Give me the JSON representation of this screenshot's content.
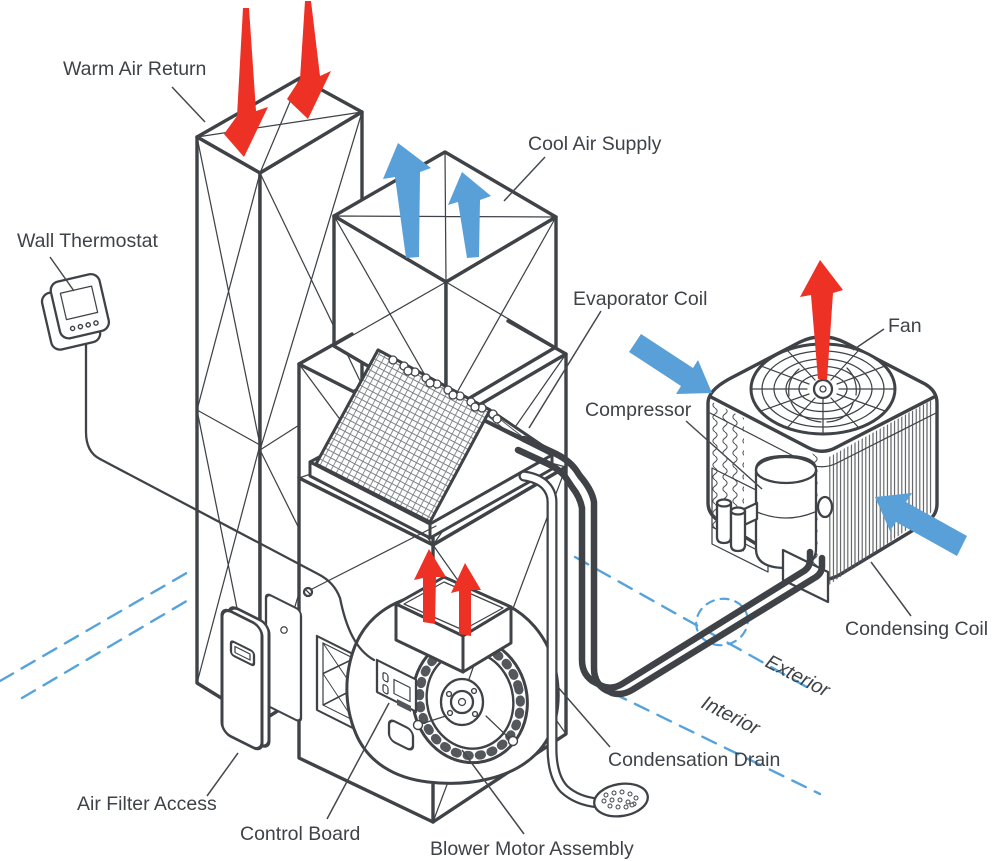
{
  "diagram": {
    "labels": {
      "warm_air_return": "Warm Air Return",
      "cool_air_supply": "Cool Air Supply",
      "wall_thermostat": "Wall Thermostat",
      "evaporator_coil": "Evaporator Coil",
      "fan": "Fan",
      "compressor": "Compressor",
      "condensing_coil": "Condensing Coil",
      "condensation_drain": "Condensation Drain",
      "air_filter_access": "Air Filter Access",
      "control_board": "Control Board",
      "blower_motor_assembly": "Blower Motor Assembly",
      "exterior": "Exterior",
      "interior": "Interior"
    },
    "colors": {
      "line": "#3f4347",
      "text": "#3f4347",
      "warm_air": "#ed3124",
      "cool_air": "#58a0d7",
      "boundary": "#56a3dc",
      "background": "#ffffff"
    }
  }
}
